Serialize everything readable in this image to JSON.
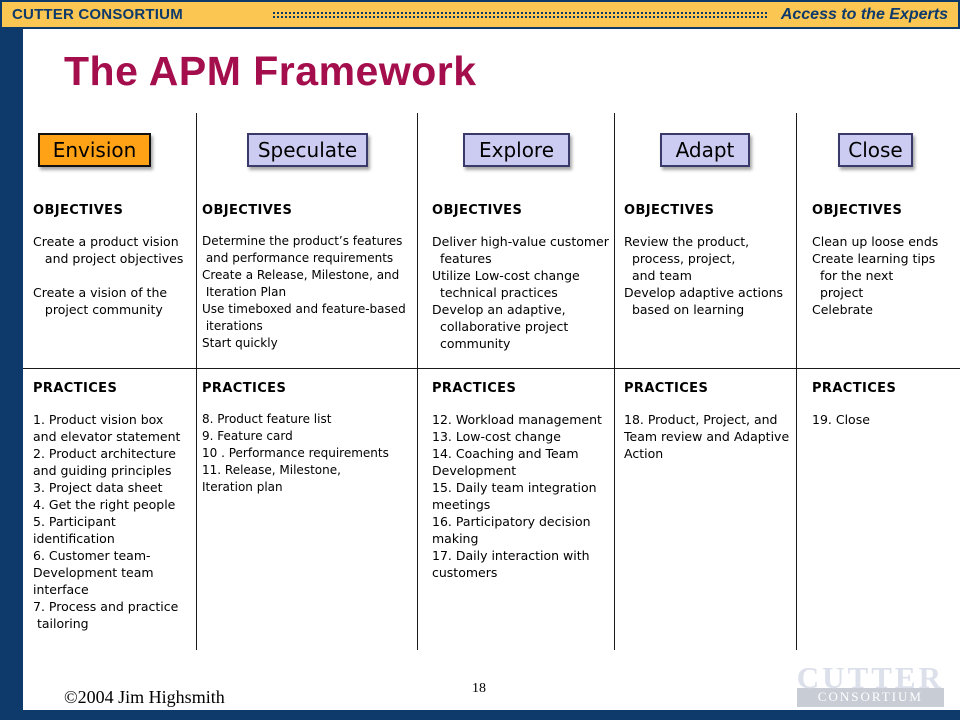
{
  "colors": {
    "navy": "#0d3a6b",
    "header_yellow": "#fcc652",
    "title_red": "#a40e4c",
    "envision_orange": "#ffa216",
    "phase_lavender": "#ccccf2"
  },
  "header": {
    "brand": "CUTTER CONSORTIUM",
    "tagline": "Access to the Experts"
  },
  "title": "The APM Framework",
  "columns": [
    {
      "label": "Envision",
      "objectives_heading": "OBJECTIVES",
      "objectives": "Create a product vision\n   and project objectives\n\nCreate a vision of the\n   project community",
      "practices_heading": "PRACTICES",
      "practices": "1. Product vision box\nand elevator statement\n2. Product architecture\nand guiding principles\n3. Project data sheet\n4. Get the right people\n5. Participant\nidentification\n6. Customer team-\nDevelopment team\ninterface\n7. Process and practice\n tailoring"
    },
    {
      "label": "Speculate",
      "objectives_heading": "OBJECTIVES",
      "objectives": "Determine the product’s features\n and performance requirements\nCreate a Release, Milestone, and\n Iteration Plan\nUse timeboxed and feature-based\n iterations\nStart quickly",
      "practices_heading": "PRACTICES",
      "practices": "8. Product feature list\n9. Feature card\n10 . Performance requirements\n11. Release, Milestone,\nIteration plan"
    },
    {
      "label": "Explore",
      "objectives_heading": "OBJECTIVES",
      "objectives": "Deliver high-value customer\n  features\nUtilize Low-cost change\n  technical practices\nDevelop an adaptive,\n  collaborative project\n  community",
      "practices_heading": "PRACTICES",
      "practices": "12. Workload management\n13. Low-cost change\n14. Coaching and Team\nDevelopment\n15. Daily team integration\nmeetings\n16. Participatory decision\nmaking\n17. Daily interaction with\ncustomers"
    },
    {
      "label": "Adapt",
      "objectives_heading": "OBJECTIVES",
      "objectives": "Review the product,\n  process, project,\n  and team\nDevelop adaptive actions\n  based on learning",
      "practices_heading": "PRACTICES",
      "practices": "18. Product, Project, and\nTeam review and Adaptive\nAction"
    },
    {
      "label": "Close",
      "objectives_heading": "OBJECTIVES",
      "objectives": "Clean up loose ends\nCreate learning tips\n  for the next\n  project\nCelebrate",
      "practices_heading": "PRACTICES",
      "practices": "19. Close"
    }
  ],
  "footer": {
    "copyright": "©2004 Jim Highsmith",
    "page_number": "18",
    "logo_line1": "CUTTER",
    "logo_line2": "CONSORTIUM"
  }
}
